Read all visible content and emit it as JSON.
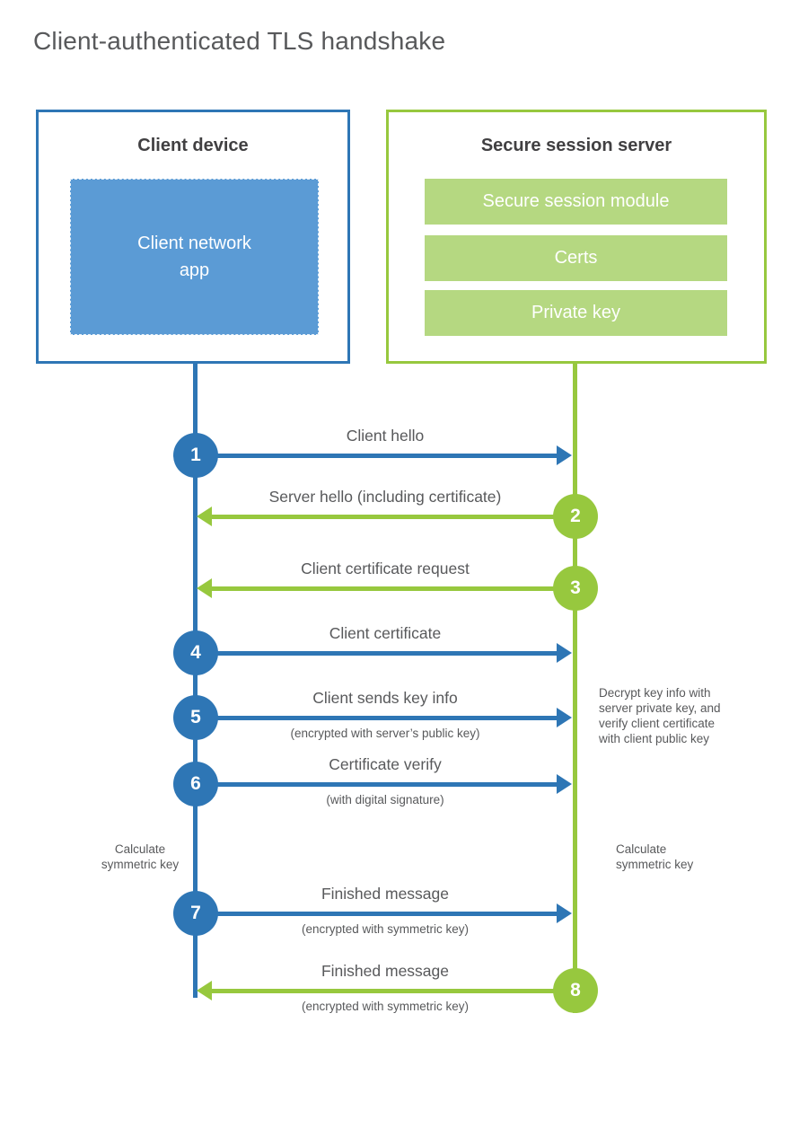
{
  "title": "Client-authenticated TLS handshake",
  "colors": {
    "blue": "#2e76b5",
    "blue_fill": "#5b9bd5",
    "green": "#97c83e",
    "green_fill": "#b5d881",
    "text_dark": "#414042",
    "text_gray": "#58595b"
  },
  "client": {
    "title": "Client device",
    "app_label_lines": [
      "Client network",
      "app"
    ]
  },
  "server": {
    "title": "Secure session server",
    "modules": [
      "Secure session module",
      "Certs",
      "Private key"
    ]
  },
  "steps": [
    {
      "num": "1",
      "label": "Client hello",
      "sub": "",
      "from": "client",
      "to": "server"
    },
    {
      "num": "2",
      "label": "Server hello (including certificate)",
      "sub": "",
      "from": "server",
      "to": "client"
    },
    {
      "num": "3",
      "label": "Client certificate request",
      "sub": "",
      "from": "server",
      "to": "client"
    },
    {
      "num": "4",
      "label": "Client certificate",
      "sub": "",
      "from": "client",
      "to": "server"
    },
    {
      "num": "5",
      "label": "Client sends key info",
      "sub": "(encrypted with server’s public key)",
      "from": "client",
      "to": "server"
    },
    {
      "num": "6",
      "label": "Certificate verify",
      "sub": "(with digital signature)",
      "from": "client",
      "to": "server"
    },
    {
      "num": "7",
      "label": "Finished message",
      "sub": "(encrypted with symmetric key)",
      "from": "client",
      "to": "server"
    },
    {
      "num": "8",
      "label": "Finished message",
      "sub": "(encrypted with symmetric key)",
      "from": "server",
      "to": "client"
    }
  ],
  "notes": {
    "decrypt_lines": [
      "Decrypt key info with",
      "server private key, and",
      "verify client certificate",
      "with client public key"
    ],
    "calculate_left": "Calculate symmetric key",
    "calculate_right": "Calculate symmetric key"
  }
}
